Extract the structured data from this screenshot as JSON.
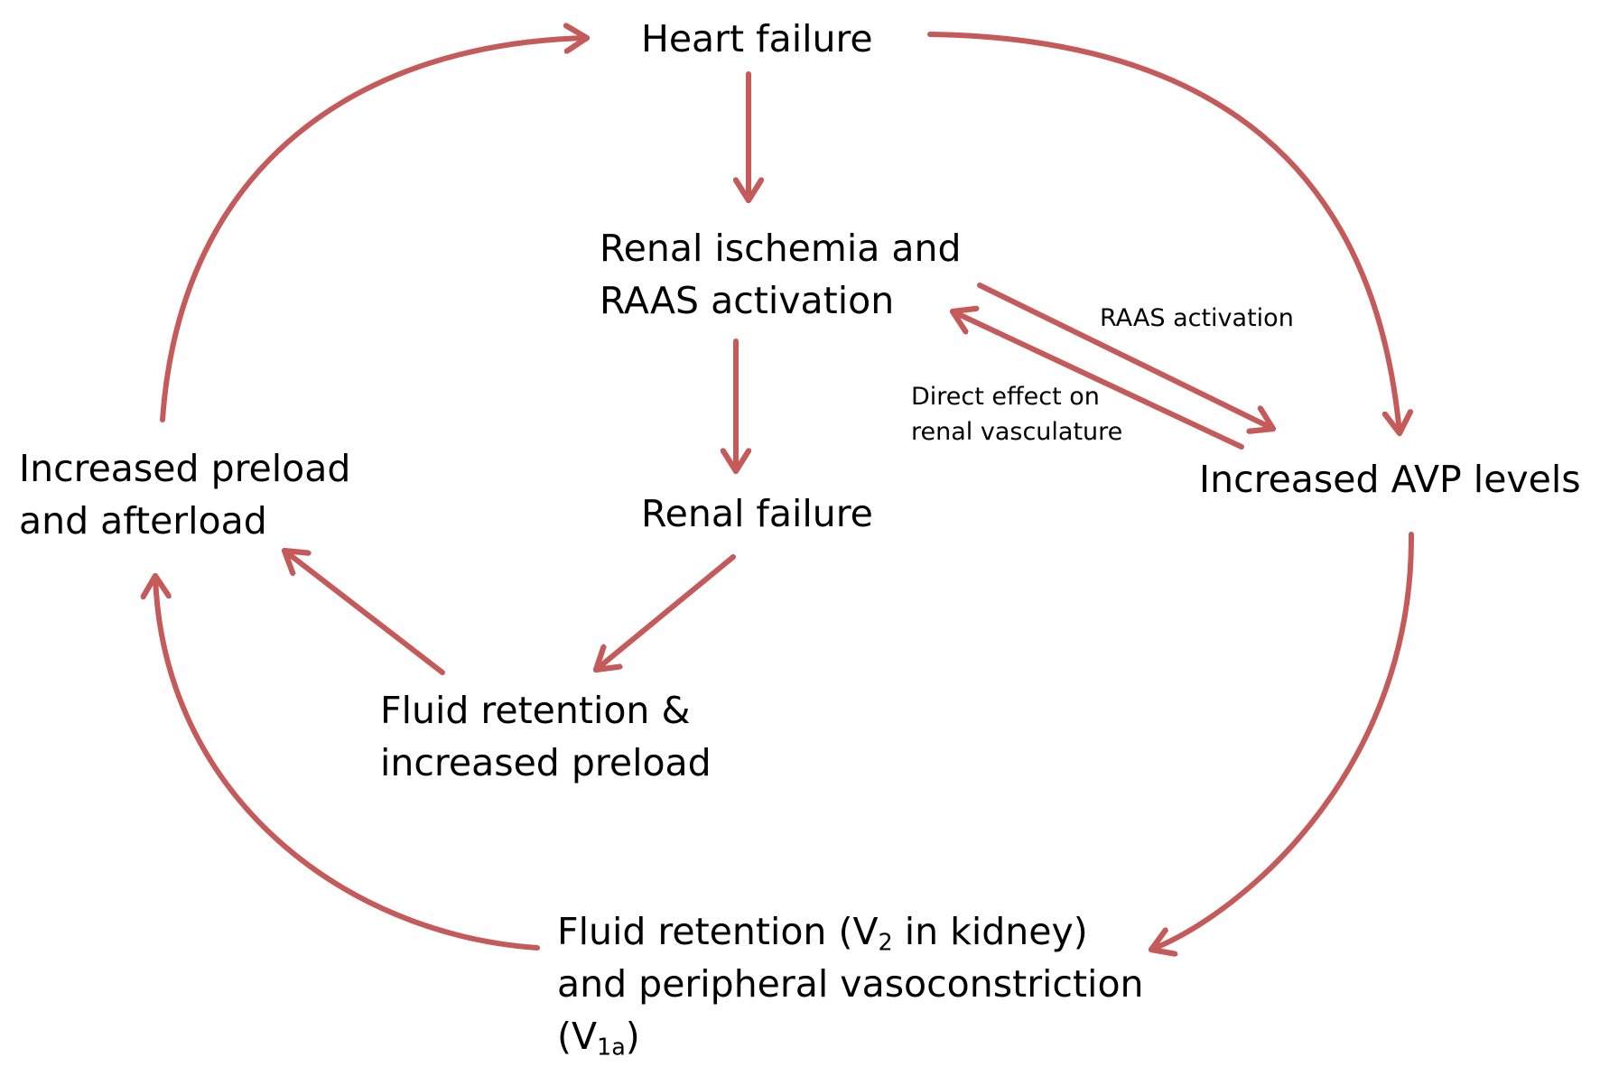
{
  "diagram": {
    "arrow_color": "#c55a5a",
    "nodes": {
      "heart_failure": {
        "line1": "Heart failure"
      },
      "renal_ischemia": {
        "line1": "Renal ischemia and",
        "line2": "RAAS activation"
      },
      "renal_failure": {
        "line1": "Renal failure"
      },
      "fluid_retention_preload": {
        "line1": "Fluid retention &",
        "line2": "increased preload"
      },
      "increased_preload_afterload": {
        "line1": "Increased preload",
        "line2": "and afterload"
      },
      "increased_avp": {
        "line1": "Increased AVP levels"
      },
      "fluid_retention_v2": {
        "line1_a": "Fluid retention (V",
        "line1_sub": "2",
        "line1_b": " in kidney)",
        "line2": "and peripheral vasoconstriction",
        "line3_a": "(V",
        "line3_sub": "1a",
        "line3_b": ")"
      }
    },
    "edge_labels": {
      "raas_activation": "RAAS activation",
      "direct_effect_line1": "Direct effect on",
      "direct_effect_line2": "renal vasculature"
    }
  }
}
